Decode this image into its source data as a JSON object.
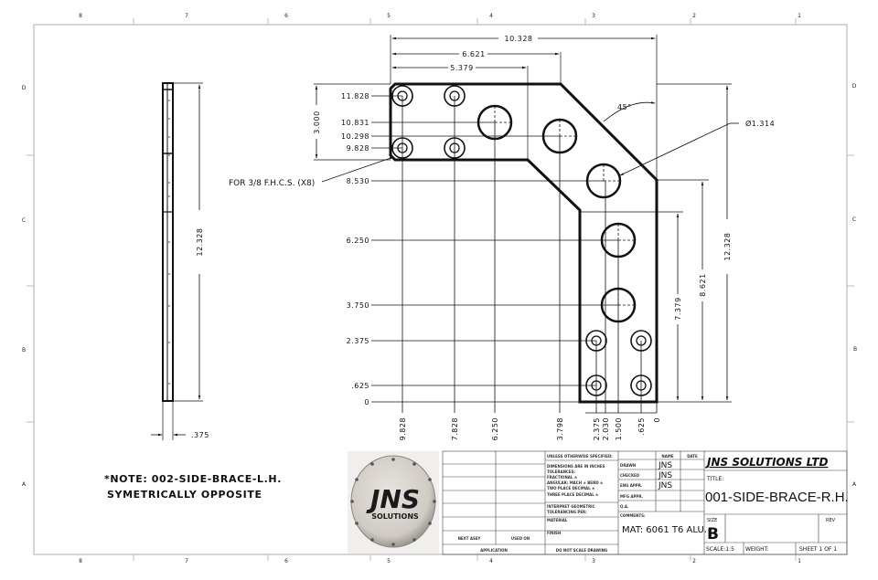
{
  "sheet": {
    "zones_horizontal": [
      "8",
      "7",
      "6",
      "5",
      "4",
      "3",
      "2",
      "1"
    ],
    "zones_vertical": [
      "D",
      "C",
      "B",
      "A"
    ]
  },
  "side_view": {
    "height_dim": "12.328",
    "thickness_dim": ".375"
  },
  "front_view": {
    "top_dims": [
      "10.328",
      "6.621",
      "5.379"
    ],
    "left_height_dim": "3.000",
    "angle_dim": "45°",
    "hole_diameter_callout": "Ø1.314",
    "fastener_callout": "FOR 3/8 F.H.C.S. (X8)",
    "y_ordinates": [
      "11.828",
      "10.831",
      "10.298",
      "9.828",
      "8.530",
      "6.250",
      "3.750",
      "2.375",
      ".625",
      "0"
    ],
    "x_ordinates": [
      "9.828",
      "7.828",
      "6.250",
      "3.798",
      "2.375",
      "2.030",
      "1.500",
      ".625",
      "0"
    ],
    "right_dims": [
      "12.328",
      "8.621",
      "7.379"
    ]
  },
  "note": {
    "line1": "*NOTE: 002-SIDE-BRACE-L.H.",
    "line2": "SYMETRICALLY OPPOSITE"
  },
  "logo": {
    "line1": "JNS",
    "line2": "SOLUTIONS"
  },
  "title_block": {
    "company": "JNS SOLUTIONS LTD",
    "title_label": "TITLE:",
    "title": "001-SIDE-BRACE-R.H.",
    "size_label": "SIZE",
    "size": "B",
    "rev_label": "REV",
    "scale": "SCALE:1:5",
    "weight": "WEIGHT:",
    "sheet": "SHEET 1 OF 1",
    "spec_header": "UNLESS OTHERWISE SPECIFIED:",
    "spec_lines": [
      "DIMENSIONS ARE IN INCHES",
      "TOLERANCES:",
      "FRACTIONAL ±",
      "ANGULAR: MACH ± BEND ±",
      "TWO PLACE DECIMAL ±",
      "THREE PLACE DECIMAL ±"
    ],
    "interpret": [
      "INTERPRET GEOMETRIC",
      "TOLERANCING PER:"
    ],
    "material_label": "MATERIAL",
    "finish_label": "FINISH",
    "next_assy": "NEXT ASSY",
    "used_on": "USED ON",
    "application": "APPLICATION",
    "do_not_scale": "DO NOT SCALE DRAWING",
    "name_col": "NAME",
    "date_col": "DATE",
    "rows": [
      {
        "label": "DRAWN",
        "name": "JNS"
      },
      {
        "label": "CHECKED",
        "name": "JNS"
      },
      {
        "label": "ENG APPR.",
        "name": "JNS"
      },
      {
        "label": "MFG APPR.",
        "name": ""
      },
      {
        "label": "Q.A.",
        "name": ""
      }
    ],
    "comments_label": "COMMENTS:",
    "material": "MAT: 6061 T6 ALU."
  }
}
